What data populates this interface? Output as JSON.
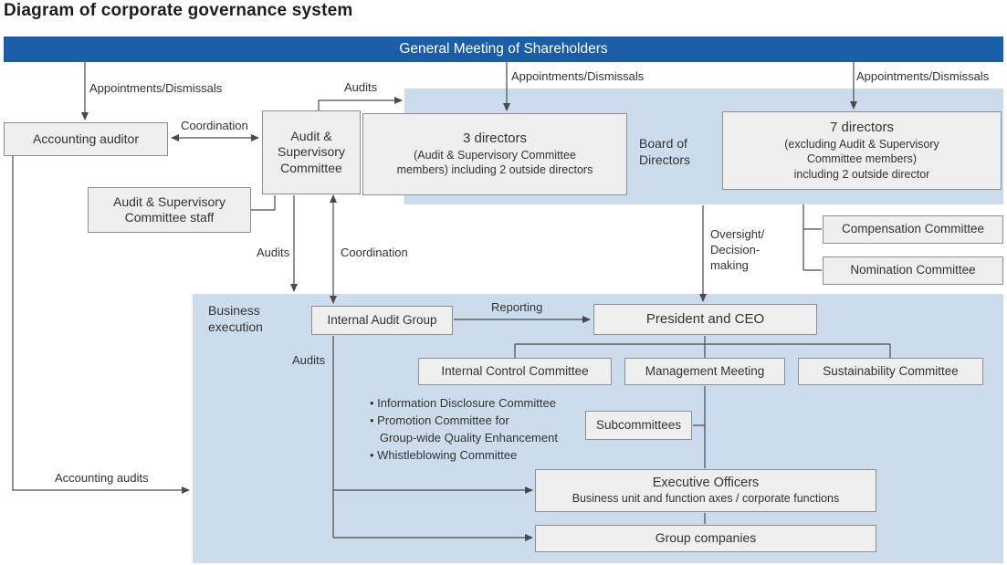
{
  "title": "Diagram of corporate governance system",
  "banner": {
    "label": "General Meeting of Shareholders"
  },
  "labels": {
    "appointments": "Appointments/Dismissals",
    "audits": "Audits",
    "coordination": "Coordination",
    "oversight": "Oversight/\nDecision-\nmaking",
    "board_of_directors": "Board of\nDirectors",
    "business_execution": "Business\nexecution",
    "reporting": "Reporting",
    "accounting_audits": "Accounting audits"
  },
  "boxes": {
    "accounting_auditor": {
      "label": "Accounting auditor"
    },
    "audit_supervisory_committee": {
      "label": "Audit &\nSupervisory\nCommittee"
    },
    "directors_3": {
      "title": "3 directors",
      "subtitle": "(Audit & Supervisory Committee\nmembers) including 2 outside directors"
    },
    "directors_7": {
      "title": "7 directors",
      "subtitle": "(excluding Audit & Supervisory\nCommittee members)\nincluding 2 outside director"
    },
    "audit_supervisory_committee_staff": {
      "label": "Audit & Supervisory\nCommittee staff"
    },
    "compensation_committee": {
      "label": "Compensation Committee"
    },
    "nomination_committee": {
      "label": "Nomination Committee"
    },
    "internal_audit_group": {
      "label": "Internal Audit Group"
    },
    "president_ceo": {
      "label": "President and CEO"
    },
    "internal_control_committee": {
      "label": "Internal Control Committee"
    },
    "management_meeting": {
      "label": "Management Meeting"
    },
    "sustainability_committee": {
      "label": "Sustainability Committee"
    },
    "subcommittees": {
      "label": "Subcommittees"
    },
    "executive_officers": {
      "title": "Executive Officers",
      "subtitle": "Business unit and function axes / corporate functions"
    },
    "group_companies": {
      "label": "Group companies"
    }
  },
  "bullet_list": "• Information Disclosure Committee\n• Promotion Committee for\n   Group-wide Quality Enhancement\n• Whistleblowing Committee",
  "colors": {
    "banner_blue": "#1b5da6",
    "region_blue": "#cddcec",
    "box_fill": "#efefef",
    "box_border": "#8f8f8f",
    "line": "#4a4a4a"
  }
}
